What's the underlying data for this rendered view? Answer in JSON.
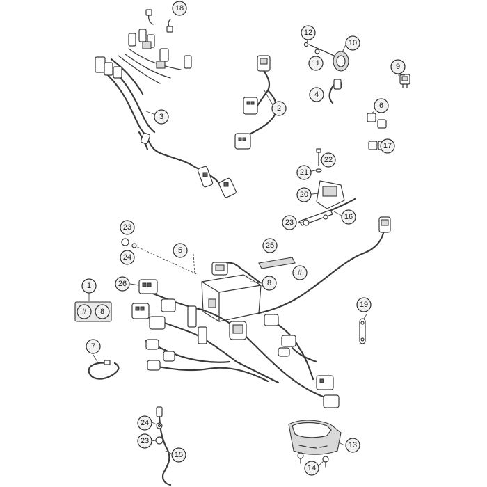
{
  "callouts": [
    {
      "id": "c18",
      "label": "18"
    },
    {
      "id": "c3",
      "label": "3"
    },
    {
      "id": "c12",
      "label": "12"
    },
    {
      "id": "c10",
      "label": "10"
    },
    {
      "id": "c11",
      "label": "11"
    },
    {
      "id": "c9",
      "label": "9"
    },
    {
      "id": "c4",
      "label": "4"
    },
    {
      "id": "c2",
      "label": "2"
    },
    {
      "id": "c6",
      "label": "6"
    },
    {
      "id": "c17",
      "label": "17"
    },
    {
      "id": "c22",
      "label": "22"
    },
    {
      "id": "c21",
      "label": "21"
    },
    {
      "id": "c20",
      "label": "20"
    },
    {
      "id": "c23a",
      "label": "23"
    },
    {
      "id": "c16",
      "label": "16"
    },
    {
      "id": "c23b",
      "label": "23"
    },
    {
      "id": "c24a",
      "label": "24"
    },
    {
      "id": "c5",
      "label": "5"
    },
    {
      "id": "c25",
      "label": "25"
    },
    {
      "id": "chash",
      "label": "#"
    },
    {
      "id": "c26",
      "label": "26"
    },
    {
      "id": "c8",
      "label": "8"
    },
    {
      "id": "c1",
      "label": "1"
    },
    {
      "id": "c19",
      "label": "19"
    },
    {
      "id": "c7",
      "label": "7"
    },
    {
      "id": "c24b",
      "label": "24"
    },
    {
      "id": "c23c",
      "label": "23"
    },
    {
      "id": "c15",
      "label": "15"
    },
    {
      "id": "c13",
      "label": "13"
    },
    {
      "id": "c14",
      "label": "14"
    }
  ],
  "group": {
    "label_a": "#",
    "label_b": "8"
  }
}
